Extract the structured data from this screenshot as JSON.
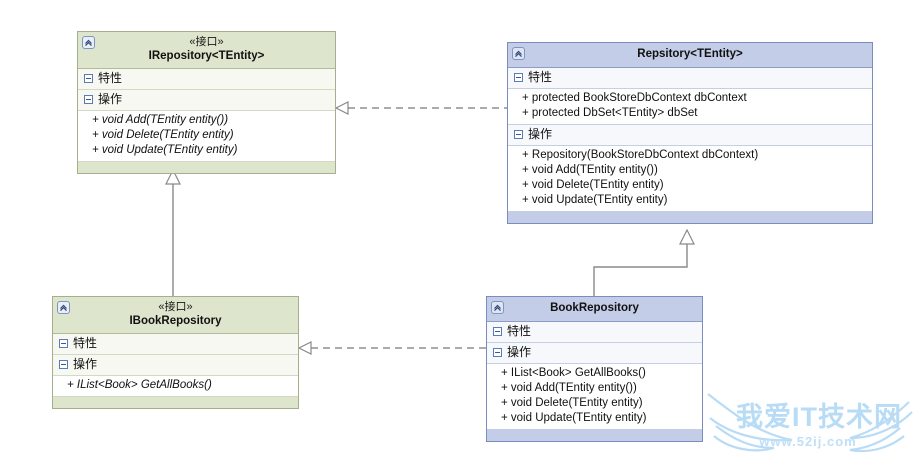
{
  "diagram": {
    "type": "uml-class-diagram",
    "background": "#ffffff",
    "colors": {
      "interface_header": "#dde5cc",
      "interface_border": "#a6ae8c",
      "class_header": "#c3cde8",
      "class_border": "#7b8cbe",
      "compartment_band": "#f7f8f2",
      "connector": "#8a8a8a",
      "watermark": "#b8dcf5"
    }
  },
  "nodes": {
    "irepository": {
      "stereotype": "«接口»",
      "title": "IRepository<TEntity>",
      "kind": "interface",
      "compartments": [
        {
          "label": "特性",
          "members": []
        },
        {
          "label": "操作",
          "members": [
            "+ void Add(TEntity entity())",
            "+ void Delete(TEntity entity)",
            "+ void Update(TEntity entity)"
          ]
        }
      ]
    },
    "repository": {
      "stereotype": "",
      "title": "Repsitory<TEntity>",
      "kind": "class",
      "compartments": [
        {
          "label": "特性",
          "members": [
            "+ protected BookStoreDbContext dbContext",
            "+ protected DbSet<TEntity> dbSet"
          ]
        },
        {
          "label": "操作",
          "members": [
            "+ Repository(BookStoreDbContext dbContext)",
            "+ void Add(TEntity entity())",
            "+ void Delete(TEntity entity)",
            "+ void Update(TEntity entity)"
          ]
        }
      ]
    },
    "ibookrepository": {
      "stereotype": "«接口»",
      "title": "IBookRepository",
      "kind": "interface",
      "compartments": [
        {
          "label": "特性",
          "members": []
        },
        {
          "label": "操作",
          "members": [
            "+ IList<Book> GetAllBooks()"
          ]
        }
      ]
    },
    "bookrepository": {
      "stereotype": "",
      "title": "BookRepository",
      "kind": "class",
      "compartments": [
        {
          "label": "特性",
          "members": []
        },
        {
          "label": "操作",
          "members": [
            "+ IList<Book> GetAllBooks()",
            "+ void Add(TEntity entity())",
            "+ void Delete(TEntity entity)",
            "+ void Update(TEntity entity)"
          ]
        }
      ]
    }
  },
  "connectors": [
    {
      "name": "realization-repository-to-irepository",
      "kind": "realization",
      "style": "dashed",
      "arrow": "hollow-triangle",
      "from": "Repsitory<TEntity>",
      "to": "IRepository<TEntity>"
    },
    {
      "name": "generalization-ibookrepository-to-irepository",
      "kind": "generalization",
      "style": "solid",
      "arrow": "hollow-triangle",
      "from": "IBookRepository",
      "to": "IRepository<TEntity>"
    },
    {
      "name": "generalization-bookrepository-to-repository",
      "kind": "generalization",
      "style": "solid",
      "arrow": "hollow-triangle",
      "from": "BookRepository",
      "to": "Repsitory<TEntity>"
    },
    {
      "name": "realization-bookrepository-to-ibookrepository",
      "kind": "realization",
      "style": "dashed",
      "arrow": "hollow-triangle",
      "from": "BookRepository",
      "to": "IBookRepository"
    }
  ],
  "watermark": {
    "text": "我爱IT技术网",
    "url": "www.52ij.com"
  }
}
